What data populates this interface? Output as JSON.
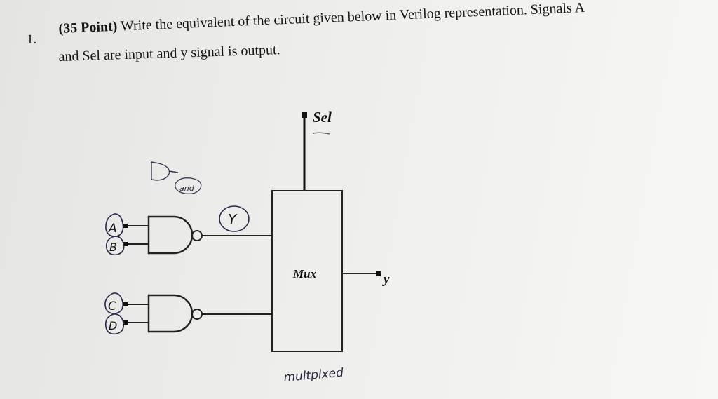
{
  "question": {
    "number": "1.",
    "points": "(35 Point)",
    "line1_rest": " Write the equivalent of the circuit given below in Verilog representation. Signals A",
    "line2": "and Sel are input and y signal is output."
  },
  "circuit": {
    "sel_label": "Sel",
    "mux_label": "Mux",
    "output_label": "y",
    "inputs": [
      "A",
      "B",
      "C",
      "D"
    ],
    "annotations": {
      "gate_note": "and",
      "circled_output": "Y",
      "bottom_note": "multplxed"
    }
  }
}
